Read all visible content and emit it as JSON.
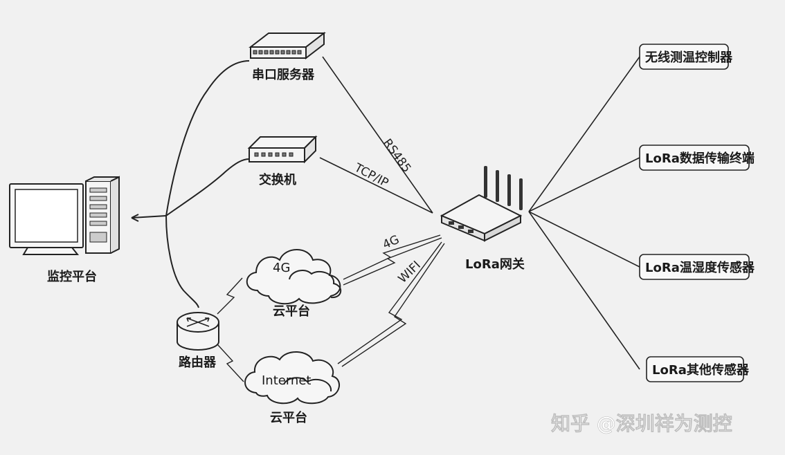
{
  "nodes": {
    "monitor_platform": "监控平台",
    "serial_server": "串口服务器",
    "switch": "交换机",
    "router": "路由器",
    "cloud_4g_label": "4G",
    "cloud_4g_caption": "云平台",
    "cloud_internet_label": "Internet",
    "cloud_internet_caption": "云平台",
    "lora_gateway": "LoRa网关"
  },
  "edges": {
    "rs485": "RS485",
    "tcpip": "TCP/IP",
    "g4": "4G",
    "wifi": "WIFI"
  },
  "terminals": [
    "无线测温控制器",
    "LoRa数据传输终端",
    "LoRa温湿度传感器",
    "LoRa其他传感器"
  ],
  "watermark": "知乎 @深圳祥为测控"
}
